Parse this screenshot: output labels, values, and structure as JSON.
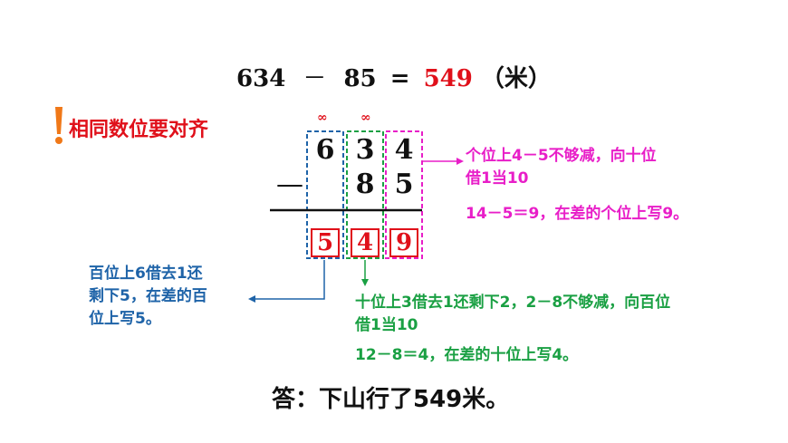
{
  "equation": {
    "minuend": "634",
    "operator": "－",
    "subtrahend": "85",
    "equals": "=",
    "result": "549",
    "unit": "（米）"
  },
  "tip": "相同数位要对齐",
  "borrow_mark": "∞",
  "vertical": {
    "top_digits": [
      "6",
      "3",
      "4"
    ],
    "bottom_digits": [
      "8",
      "5"
    ],
    "minus_sign": "—",
    "answer_digits": [
      "5",
      "4",
      "9"
    ]
  },
  "notes": {
    "ones_line1": "个位上4－5不够减，向十位",
    "ones_line2": "借1当10",
    "ones_line3": "14－5＝9，在差的个位上写9。",
    "hundreds_line1": "百位上6借去1还",
    "hundreds_line2": "剩下5，在差的百",
    "hundreds_line3": "位上写5。",
    "tens_line1": "十位上3借去1还剩下2，2－8不够减，向百位",
    "tens_line2": "借1当10",
    "tens_line3": "12－8＝4，在差的十位上写4。"
  },
  "answer_text": "答：下山行了549米。",
  "colors": {
    "red": "#e0101a",
    "pink": "#e81ec8",
    "blue": "#1e63a8",
    "green": "#1aa043"
  }
}
